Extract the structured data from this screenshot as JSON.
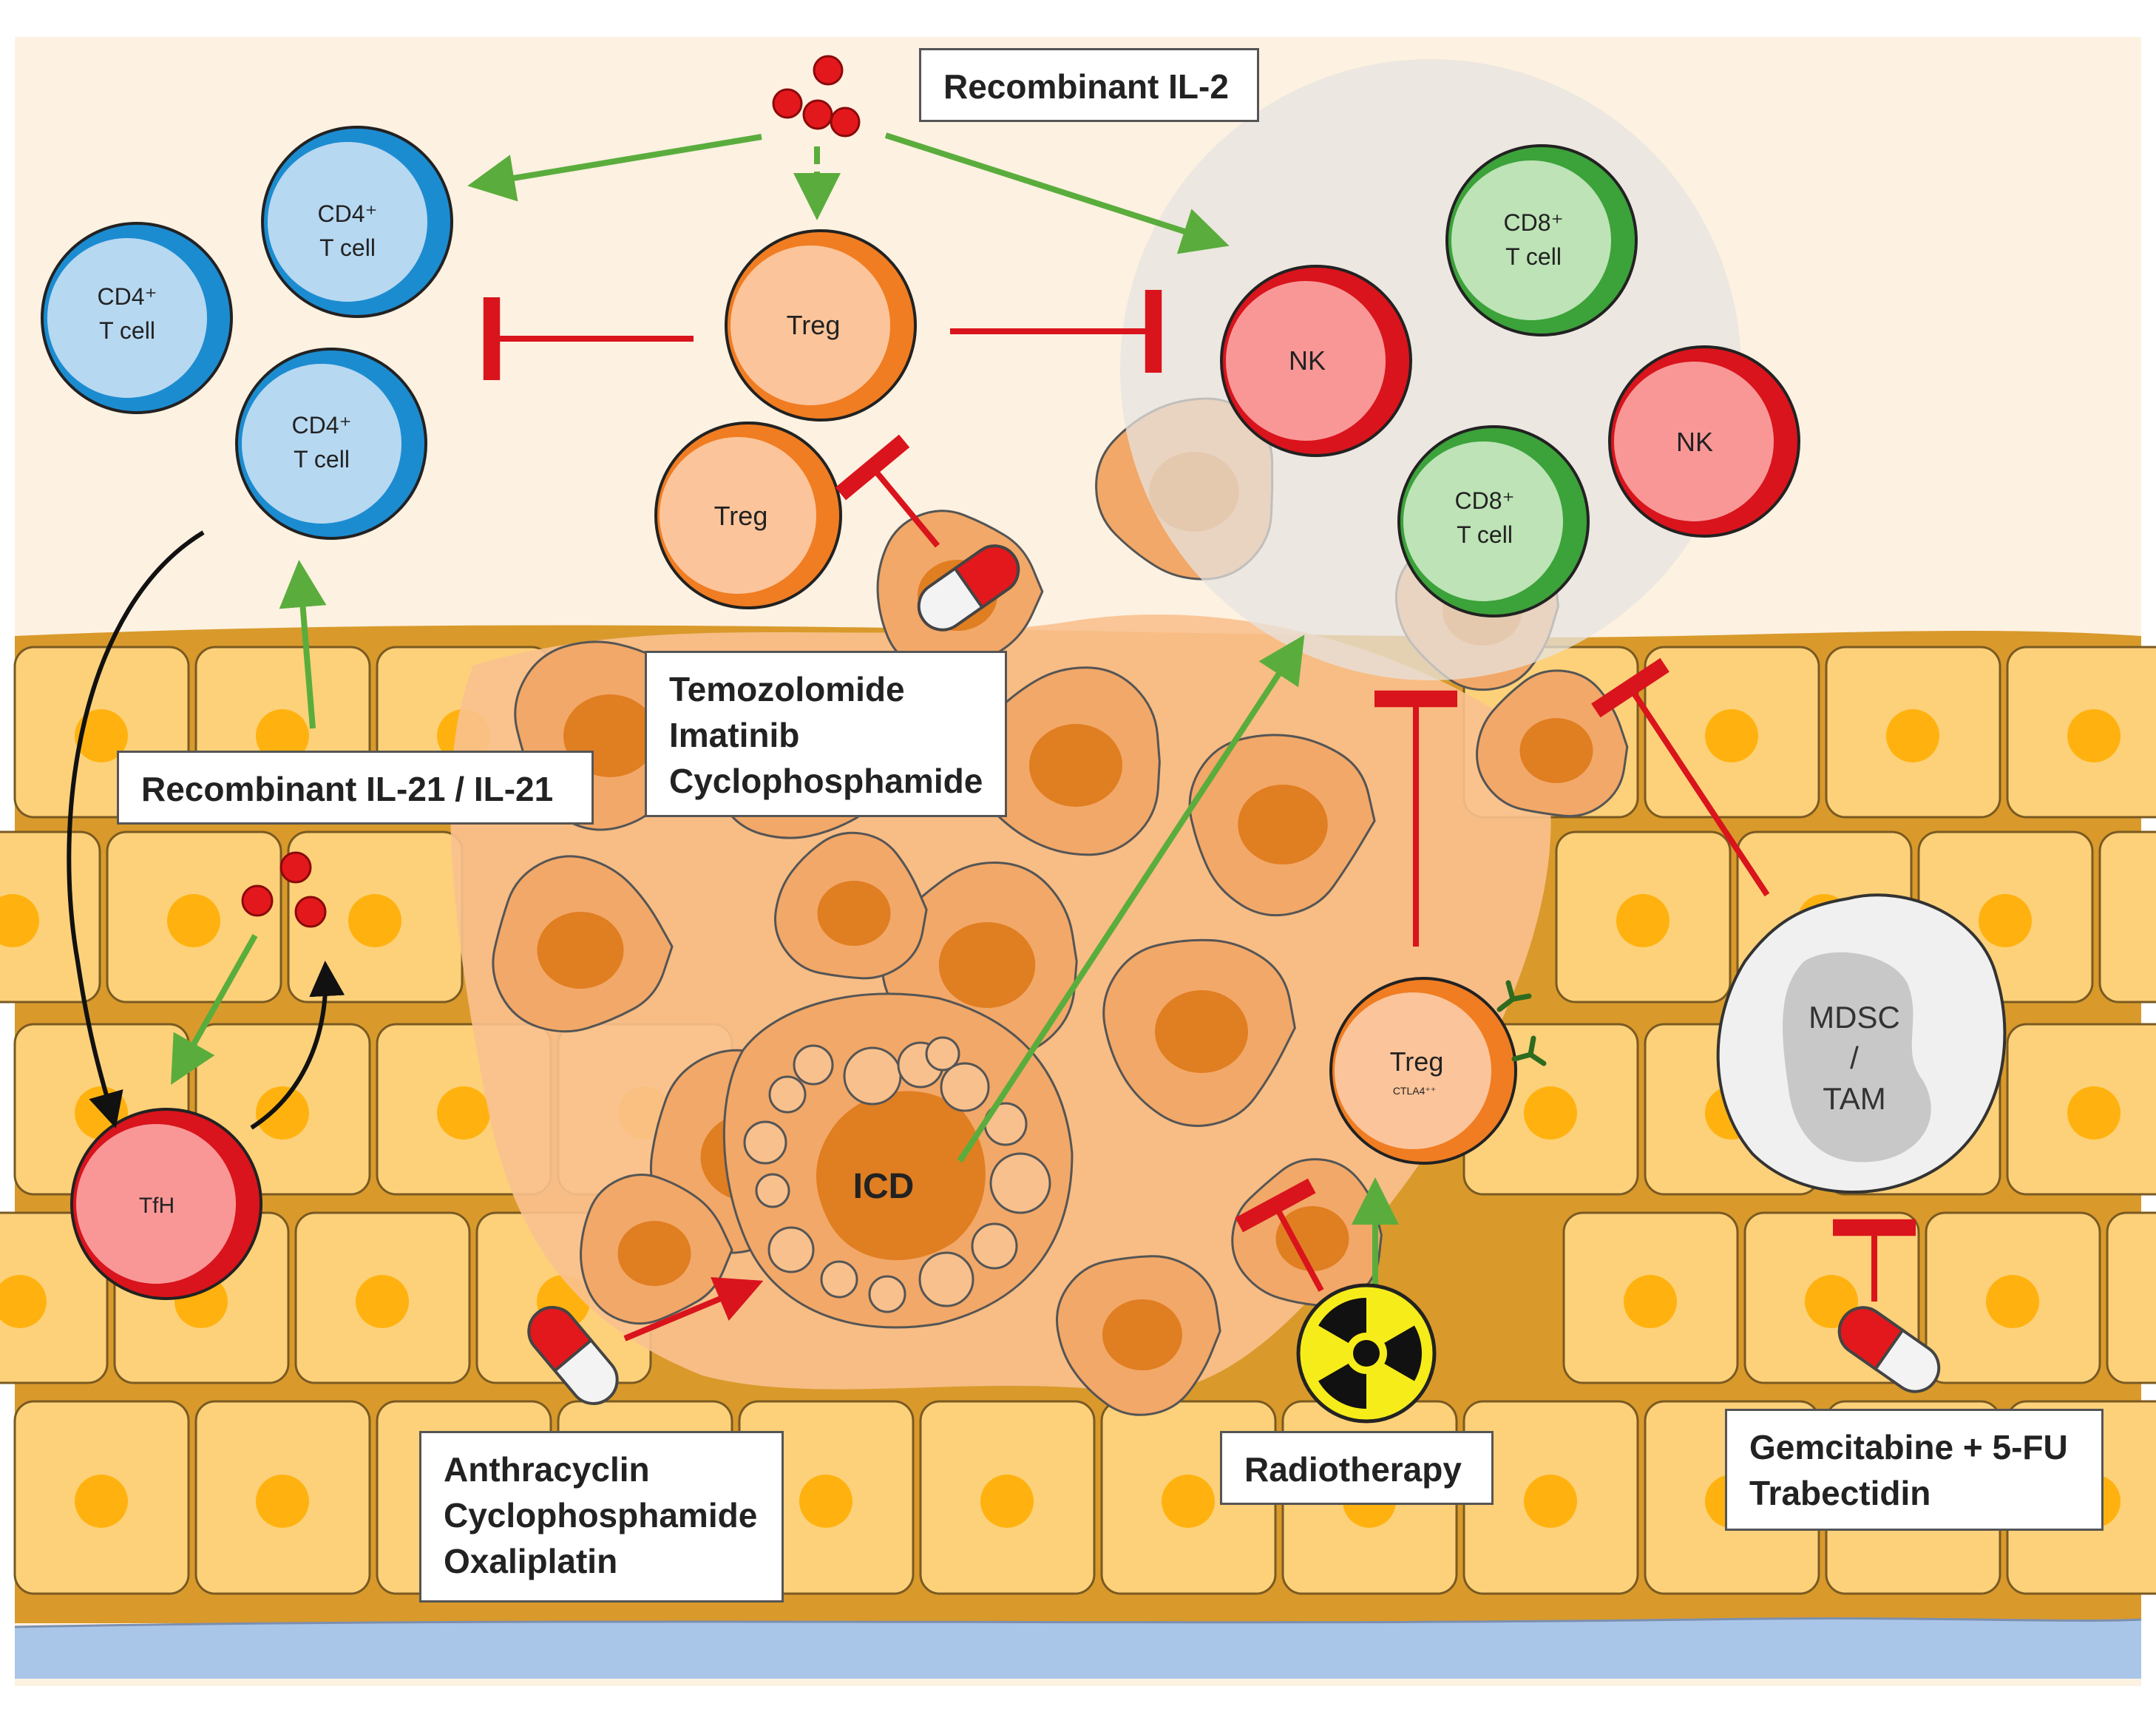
{
  "labels": {
    "recombinant_il2": "Recombinant IL-2",
    "recombinant_il21": "Recombinant IL-21 / IL-21",
    "treg_drugs": [
      "Temozolomide",
      "Imatinib",
      "Cyclophosphamide"
    ],
    "icd_drugs": [
      "Anthracyclin",
      "Cyclophosphamide",
      "Oxaliplatin"
    ],
    "radiotherapy": "Radiotherapy",
    "mdsc_drugs": [
      "Gemcitabine + 5-FU",
      "Trabectidin"
    ]
  },
  "cells": {
    "cd4_a": [
      "CD4⁺",
      "T cell"
    ],
    "cd4_b": [
      "CD4⁺",
      "T cell"
    ],
    "cd4_c": [
      "CD4⁺",
      "T cell"
    ],
    "treg_top": "Treg",
    "treg_mid": "Treg",
    "treg_ctla4": "Treg",
    "treg_ctla4_sub": "CTLA4⁺⁺",
    "nk_a": "NK",
    "nk_b": "NK",
    "cd8_a": [
      "CD8⁺",
      "T cell"
    ],
    "cd8_b": [
      "CD8⁺",
      "T cell"
    ],
    "tfh": "TfH",
    "icd": "ICD",
    "mdsc": [
      "MDSC",
      "/",
      "TAM"
    ]
  },
  "colors": {
    "activation_arrow": "#5aad3c",
    "inhibition_arrow": "#d9141c",
    "background": "#fdf1e1",
    "epithelium": "#fdd17a",
    "nucleus": "#ffb20f",
    "tumor_cell": "#f2a868",
    "basement_membrane": "#a9c6e8"
  },
  "icons": [
    "pill-icon",
    "radiation-icon",
    "cytokine-dot-icon",
    "ctla4-receptor-icon"
  ]
}
